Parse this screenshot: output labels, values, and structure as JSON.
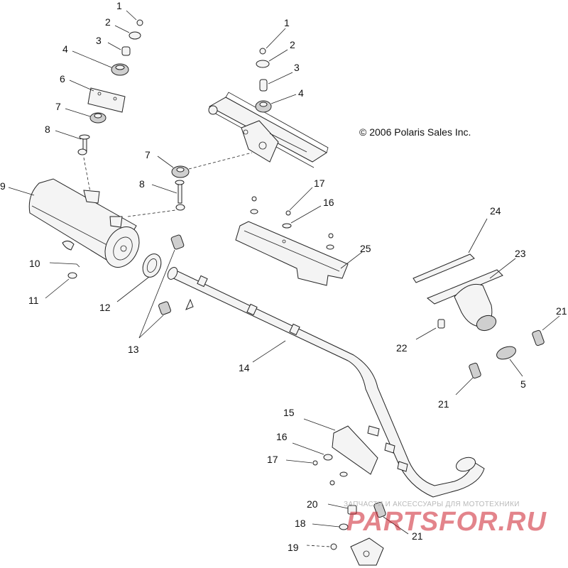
{
  "diagram": {
    "copyright": "© 2006 Polaris Sales Inc.",
    "callouts": [
      {
        "id": "c1a",
        "text": "1"
      },
      {
        "id": "c2a",
        "text": "2"
      },
      {
        "id": "c3a",
        "text": "3"
      },
      {
        "id": "c4a",
        "text": "4"
      },
      {
        "id": "c6",
        "text": "6"
      },
      {
        "id": "c7a",
        "text": "7"
      },
      {
        "id": "c8a",
        "text": "8"
      },
      {
        "id": "c9",
        "text": "9"
      },
      {
        "id": "c10",
        "text": "10"
      },
      {
        "id": "c11",
        "text": "11"
      },
      {
        "id": "c12",
        "text": "12"
      },
      {
        "id": "c13",
        "text": "13"
      },
      {
        "id": "c1b",
        "text": "1"
      },
      {
        "id": "c2b",
        "text": "2"
      },
      {
        "id": "c3b",
        "text": "3"
      },
      {
        "id": "c4b",
        "text": "4"
      },
      {
        "id": "c7b",
        "text": "7"
      },
      {
        "id": "c8b",
        "text": "8"
      },
      {
        "id": "c17a",
        "text": "17"
      },
      {
        "id": "c16a",
        "text": "16"
      },
      {
        "id": "c25",
        "text": "25"
      },
      {
        "id": "c14",
        "text": "14"
      },
      {
        "id": "c24",
        "text": "24"
      },
      {
        "id": "c23",
        "text": "23"
      },
      {
        "id": "c21a",
        "text": "21"
      },
      {
        "id": "c22",
        "text": "22"
      },
      {
        "id": "c5",
        "text": "5"
      },
      {
        "id": "c21b",
        "text": "21"
      },
      {
        "id": "c15",
        "text": "15"
      },
      {
        "id": "c16b",
        "text": "16"
      },
      {
        "id": "c17b",
        "text": "17"
      },
      {
        "id": "c20",
        "text": "20"
      },
      {
        "id": "c18",
        "text": "18"
      },
      {
        "id": "c21c",
        "text": "21"
      },
      {
        "id": "c19",
        "text": "19"
      }
    ]
  },
  "watermark": {
    "caption": "ЗАПЧАСТИ И АКСЕССУАРЫ ДЛЯ МОТОТЕХНИКИ",
    "logo": "PARTSFOR.RU"
  }
}
